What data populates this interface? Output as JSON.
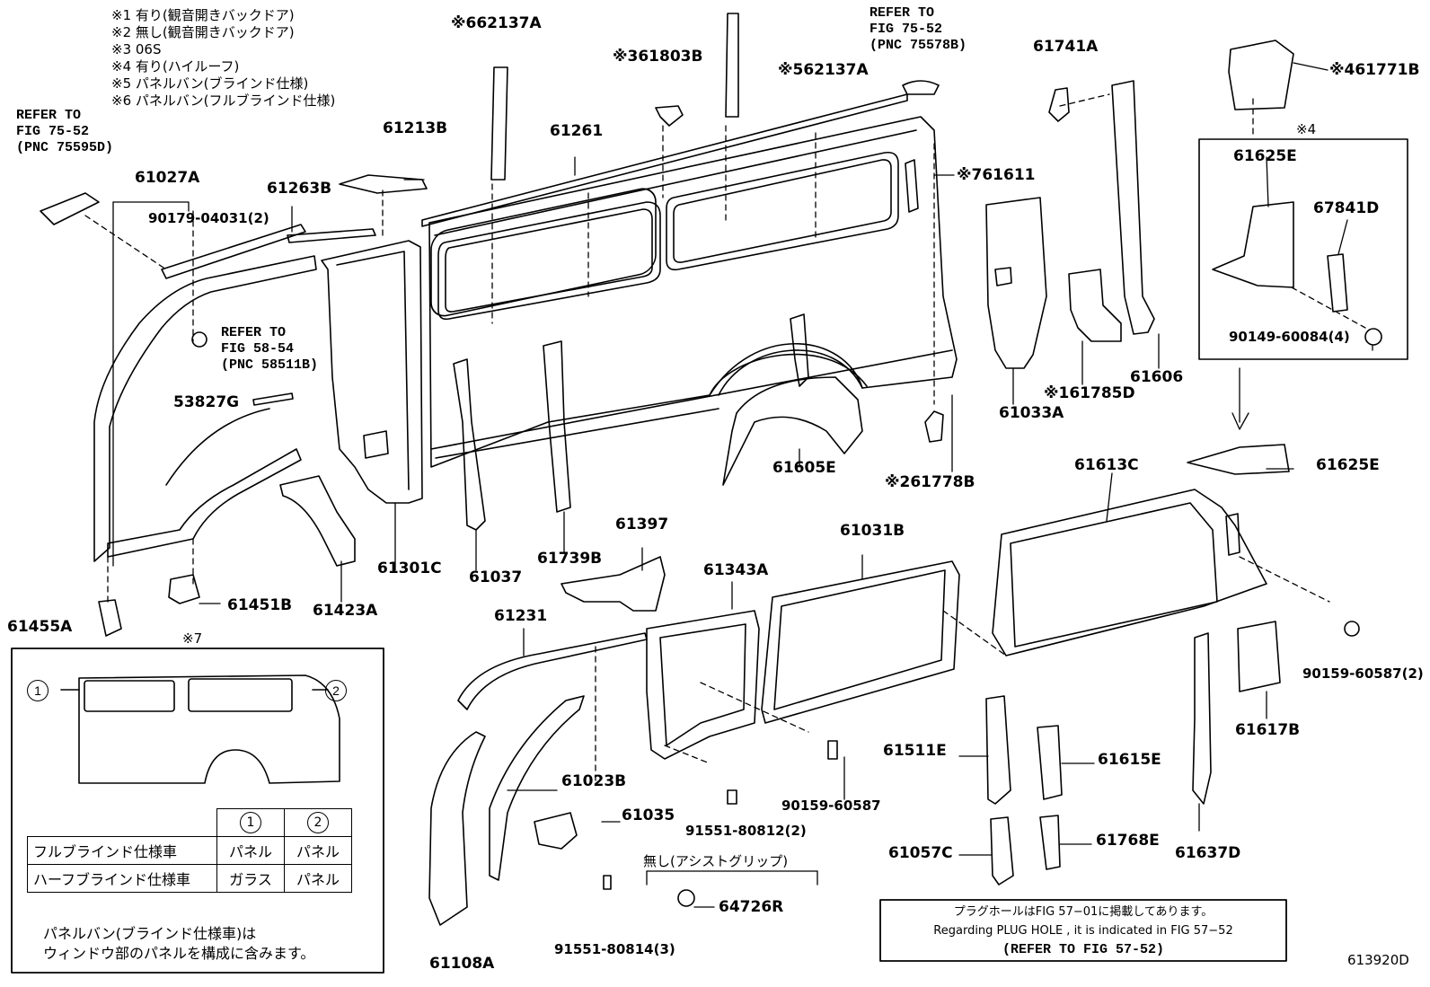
{
  "notes": [
    "※1 有り(観音開きバックドア)",
    "※2 無し(観音開きバックドア)",
    "※3 06S",
    "※4 有り(ハイルーフ)",
    "※5 パネルバン(ブラインド仕様)",
    "※6 パネルバン(フルブラインド仕様)"
  ],
  "refs": {
    "r1": "REFER TO\nFIG 75-52\n(PNC 75595D)",
    "r2": "REFER TO\nFIG 75-52\n(PNC 75578B)",
    "r3": "REFER TO\nFIG 58-54\n(PNC 58511B)"
  },
  "parts": {
    "p62137A_6": "※662137A",
    "p62137A_5": "※562137A",
    "p61803B": "※361803B",
    "p61741A": "61741A",
    "p61771B": "※461771B",
    "star4": "※4",
    "p61625E_a": "61625E",
    "p67841D": "67841D",
    "p90149": "90149-60084(4)",
    "p61213B": "61213B",
    "p61261": "61261",
    "p61611": "※761611",
    "p61027A": "61027A",
    "p61263B": "61263B",
    "p90179": "90179-04031(2)",
    "p53827G": "53827G",
    "p61033A": "61033A",
    "p61785D": "※161785D",
    "p61606": "61606",
    "p61605E": "61605E",
    "p61778B": "※261778B",
    "p61613C": "61613C",
    "p61625E_b": "61625E",
    "p61301C": "61301C",
    "p61037": "61037",
    "p61739B": "61739B",
    "p61423A": "61423A",
    "p61451B": "61451B",
    "p61455A": "61455A",
    "star7": "※7",
    "p61397": "61397",
    "p61343A": "61343A",
    "p61031B": "61031B",
    "p90159a": "90159-60587(2)",
    "p61617B": "61617B",
    "p61231": "61231",
    "p90159b": "90159-60587",
    "p61511E": "61511E",
    "p61615E": "61615E",
    "p61023B": "61023B",
    "p91551a": "91551-80812(2)",
    "p61035": "61035",
    "p61057C": "61057C",
    "p61768E": "61768E",
    "p61637D": "61637D",
    "assist": "無し(アシストグリップ)",
    "p64726R": "64726R",
    "p91551b": "91551-80814(3)",
    "p61108A": "61108A",
    "figno": "613920D"
  },
  "legend": {
    "c1": "1",
    "c2": "2",
    "rows": [
      {
        "label": "フルブラインド仕様車",
        "v1": "パネル",
        "v2": "パネル"
      },
      {
        "label": "ハーフブラインド仕様車",
        "v1": "ガラス",
        "v2": "パネル"
      }
    ],
    "note1": "パネルバン(ブラインド仕様車)は",
    "note2": "ウィンドウ部のパネルを構成に含みます。"
  },
  "plug": {
    "line1": "プラグホールはFIG 57−01に掲載してあります。",
    "line2": "Regarding PLUG HOLE , it is indicated in FIG 57−52",
    "line3": "(REFER TO FIG 57-52)"
  }
}
